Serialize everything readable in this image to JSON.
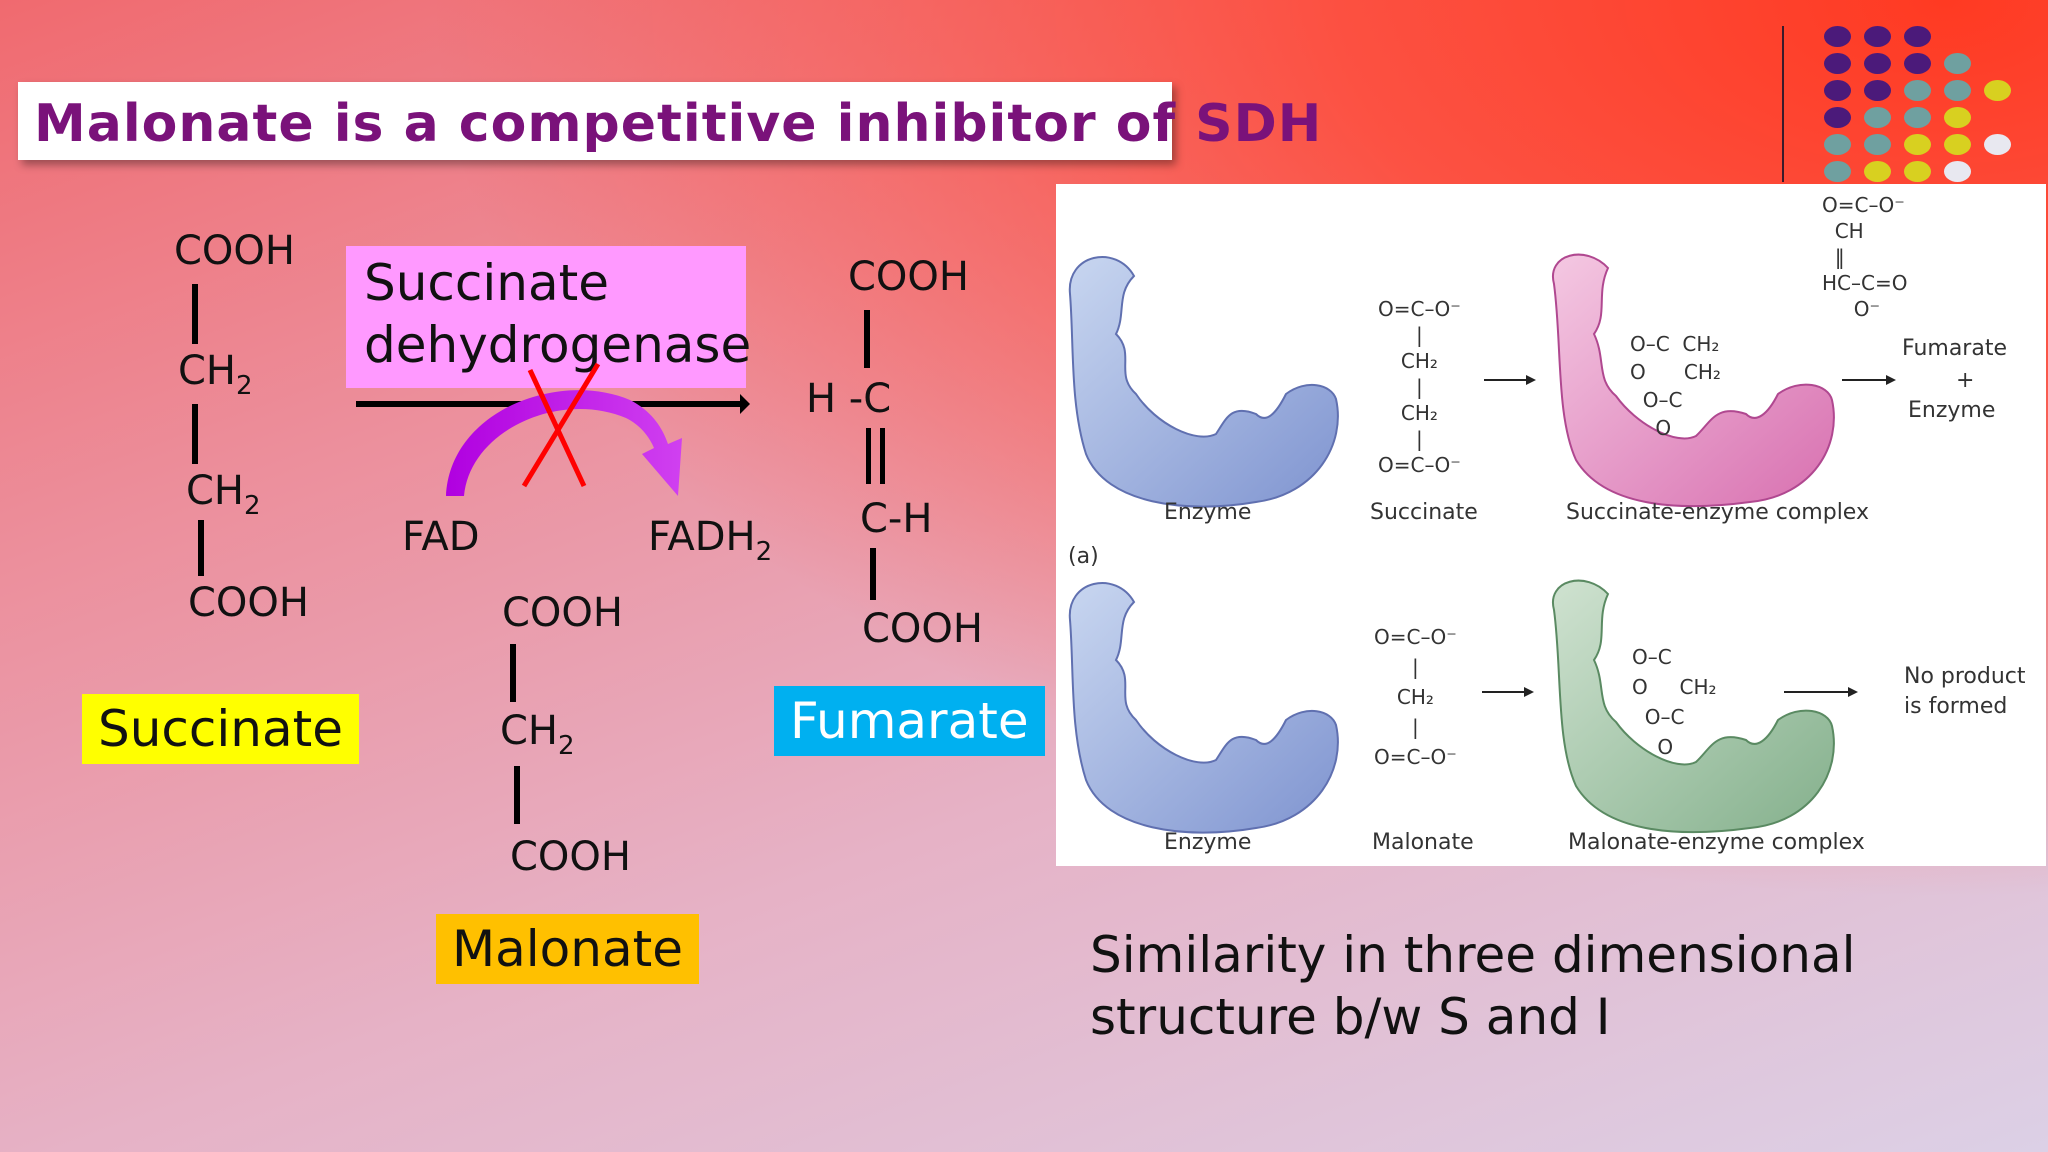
{
  "title": "Malonate is a competitive inhibitor of SDH",
  "succinate": {
    "r1": "COOH",
    "r2": "CH",
    "r2_sub": "2",
    "r3": "CH",
    "r3_sub": "2",
    "r4": "COOH",
    "label": "Succinate"
  },
  "enzyme_box": {
    "line1": "Succinate",
    "line2": "dehydrogenase"
  },
  "cofactors": {
    "fad": "FAD",
    "fadh2": "FADH",
    "fadh2_sub": "2"
  },
  "fumarate": {
    "r1": "COOH",
    "r2": "H -C",
    "r3": "C-H",
    "r4": "COOH",
    "label": "Fumarate"
  },
  "malonate": {
    "r1": "COOH",
    "r2": "CH",
    "r2_sub": "2",
    "r3": "COOH",
    "label": "Malonate"
  },
  "figure": {
    "enzyme_top": "Enzyme",
    "succinate": "Succinate",
    "complex_top": "Succinate-enzyme complex",
    "fumarate_product": "Fumarate",
    "plus": "+",
    "enzyme_product": "Enzyme",
    "panel_label": "(a)",
    "enzyme_bottom": "Enzyme",
    "malonate": "Malonate",
    "complex_bottom": "Malonate-enzyme complex",
    "no_product_1": "No product",
    "no_product_2": "is formed"
  },
  "caption": {
    "line1": "Similarity in three dimensional",
    "line2": "structure b/w S and I"
  },
  "colors": {
    "title": "#7a127a",
    "succinate_label": "#ffff00",
    "malonate_label": "#ffc000",
    "fumarate_label": "#00b0f0",
    "enzyme_box": "#ff99ff",
    "cross": "#ff0000",
    "arc": "#b000e0"
  }
}
